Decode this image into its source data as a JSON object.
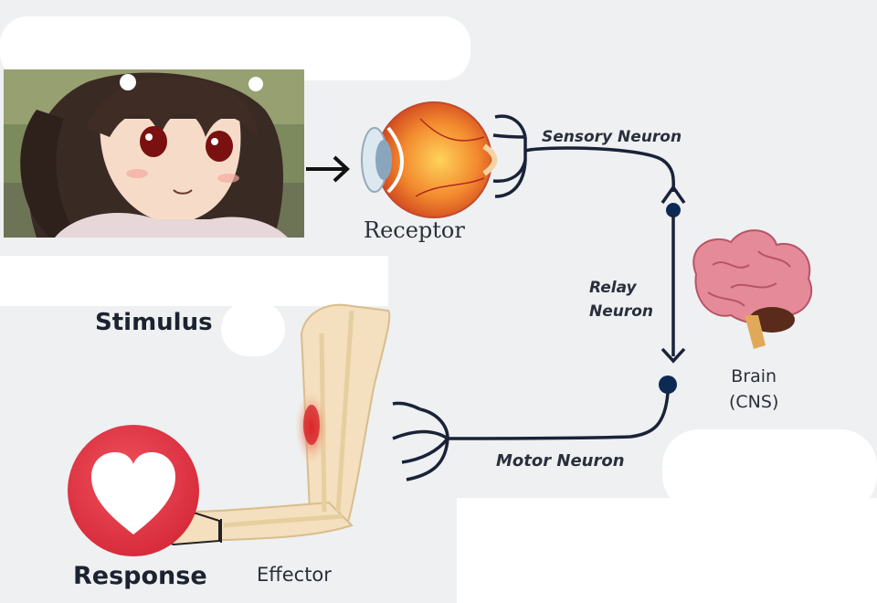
{
  "labels": {
    "stimulus": "Stimulus",
    "receptor": "Receptor",
    "sensory_neuron": "Sensory Neuron",
    "relay_neuron_line1": "Relay",
    "relay_neuron_line2": "Neuron",
    "motor_neuron": "Motor Neuron",
    "brain_line1": "Brain",
    "brain_line2": "(CNS)",
    "response": "Response",
    "effector": "Effector"
  },
  "icons": {
    "stimulus": "anime-girl-image",
    "receptor": "eye-icon",
    "brain": "brain-icon",
    "effector": "arm-icon",
    "response": "heart-button-icon"
  },
  "colors": {
    "neuron_path": "#1a2238",
    "synapse_dot": "#0d2a55",
    "response_circle": "#e03543",
    "brain_pink": "#e58a98",
    "muscle_red": "#e03a3a"
  }
}
